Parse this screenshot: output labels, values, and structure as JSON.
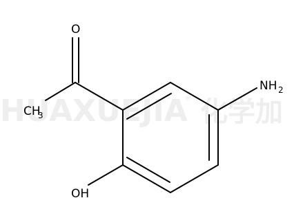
{
  "watermark": {
    "latin": "HUAXUEJIA",
    "registered": "®",
    "chinese": "化学加"
  },
  "atoms": {
    "oxygen_carbonyl": "O",
    "methyl_c": "CH",
    "methyl_sub": "3",
    "amine_n": "NH",
    "amine_sub": "2",
    "hydroxyl": "OH"
  },
  "colors": {
    "bond": "#000000",
    "watermark": "#eeeeee",
    "background": "#ffffff"
  }
}
